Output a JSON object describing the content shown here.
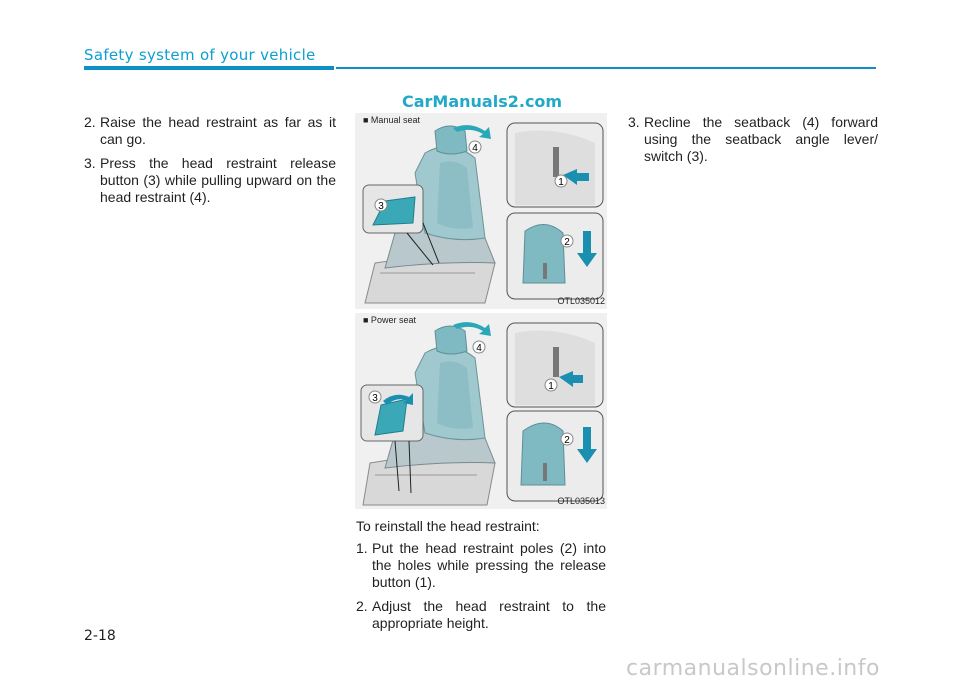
{
  "header": {
    "title": "Safety system of your vehicle"
  },
  "watermark": "CarManuals2.com",
  "col1": {
    "items": [
      {
        "num": "2.",
        "text": "Raise the head restraint as far as it can go."
      },
      {
        "num": "3.",
        "text": "Press the head restraint release button (3) while pulling upward on the head restraint (4)."
      }
    ]
  },
  "figures": [
    {
      "label": "■ Manual seat",
      "code": "OTL035012",
      "callouts": [
        "1",
        "2",
        "3",
        "4"
      ]
    },
    {
      "label": "■ Power seat",
      "code": "OTL035013",
      "callouts": [
        "1",
        "2",
        "3",
        "4"
      ]
    }
  ],
  "col2": {
    "heading": "To reinstall the head restraint:",
    "items": [
      {
        "num": "1.",
        "text": "Put the head restraint poles (2) into the holes while pressing the release button (1)."
      },
      {
        "num": "2.",
        "text": "Adjust the head restraint to the appropriate height."
      }
    ]
  },
  "col3": {
    "items": [
      {
        "num": "3.",
        "text": "Recline the seatback (4) forward using the seatback angle lever/ switch (3)."
      }
    ]
  },
  "page_number": "2-18",
  "footer_watermark": "carmanualsonline.info",
  "colors": {
    "accent": "#0e8fc7",
    "arrow": "#1a8fb0",
    "teal": "#2aa7b8"
  }
}
